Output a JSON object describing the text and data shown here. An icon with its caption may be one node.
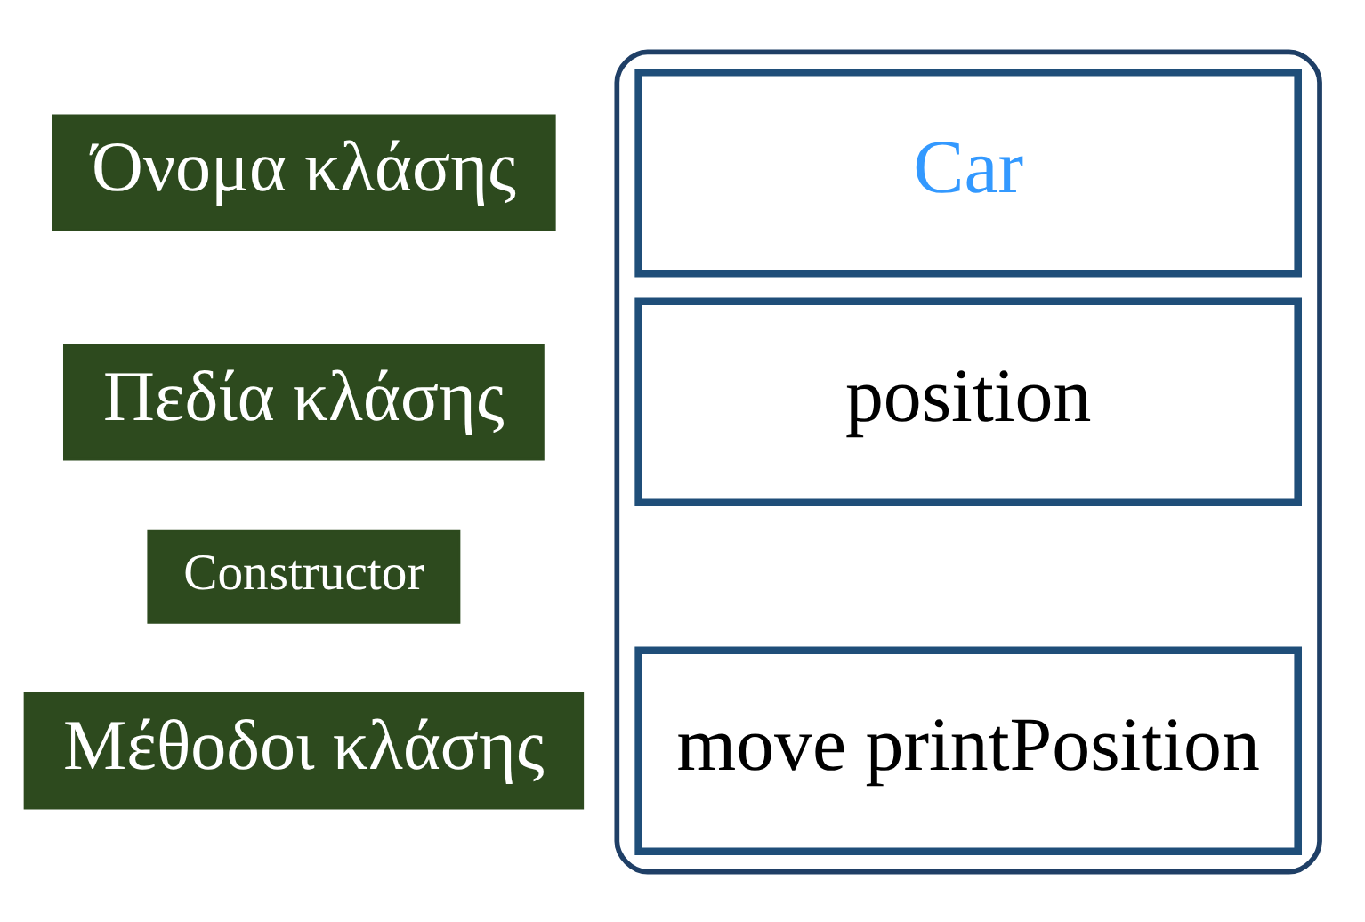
{
  "diagram": {
    "nodes": [
      {
        "text": [],
        "shape": "box"
      },
      {
        "text": [
          "Car"
        ],
        "in": 0
      },
      {
        "text": [
          "position"
        ],
        "in": 0
      },
      {
        "text": [
          "move printPosition"
        ],
        "in": 0
      },
      {
        "text": [
          "Όνομα κλάσης"
        ]
      },
      {
        "text": [
          "Πεδία κλάσης"
        ]
      },
      {
        "text": [
          "Constructor"
        ]
      },
      {
        "text": [
          "Μέθοδοι κλάσης"
        ]
      }
    ]
  }
}
